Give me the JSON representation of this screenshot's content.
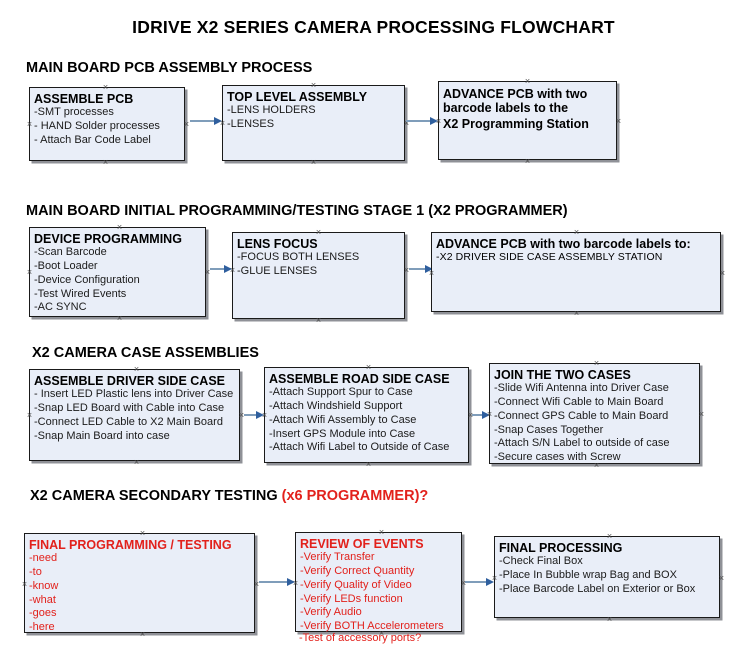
{
  "document": {
    "title": "IDRIVE X2  SERIES CAMERA PROCESSING FLOWCHART"
  },
  "sections": [
    {
      "id": "main-board-pcb-assembly",
      "heading": "MAIN BOARD PCB ASSEMBLY PROCESS",
      "heading_accent": "",
      "boxes": [
        {
          "id": "assemble-pcb",
          "title": "ASSEMBLE PCB",
          "lines": [
            "-SMT processes",
            "- HAND Solder processes",
            "- Attach Bar Code Label"
          ]
        },
        {
          "id": "top-level-assembly",
          "title": "TOP LEVEL ASSEMBLY",
          "lines": [
            "-LENS HOLDERS",
            "-LENSES"
          ]
        },
        {
          "id": "advance-pcb-x2-programming-station",
          "title": "ADVANCE PCB with two",
          "lines": [
            "barcode labels to the",
            " X2 Programming Station"
          ]
        }
      ]
    },
    {
      "id": "main-board-initial-programming",
      "heading": "MAIN BOARD INITIAL PROGRAMMING/TESTING STAGE 1 (X2 PROGRAMMER)",
      "heading_accent": "",
      "boxes": [
        {
          "id": "device-programming",
          "title": "DEVICE PROGRAMMING",
          "lines": [
            "-Scan Barcode",
            "-Boot Loader",
            "-Device Configuration",
            "-Test Wired Events",
            "-AC SYNC"
          ]
        },
        {
          "id": "lens-focus",
          "title": "LENS FOCUS",
          "lines": [
            "-FOCUS BOTH LENSES",
            "-GLUE LENSES"
          ]
        },
        {
          "id": "advance-pcb-driver-side-case",
          "title": "ADVANCE PCB with two barcode labels to:",
          "lines": [
            "-X2 DRIVER  SIDE  CASE  ASSEMBLY STATION"
          ]
        }
      ]
    },
    {
      "id": "x2-camera-case-assemblies",
      "heading": "X2 CAMERA CASE ASSEMBLIES",
      "heading_accent": "",
      "boxes": [
        {
          "id": "assemble-driver-side-case",
          "title": "ASSEMBLE DRIVER SIDE CASE",
          "lines": [
            "- Insert LED Plastic lens into Driver Case",
            "-Snap LED Board with Cable into Case",
            "-Connect LED Cable to X2 Main Board",
            "-Snap Main Board into case"
          ]
        },
        {
          "id": "assemble-road-side-case",
          "title": "ASSEMBLE ROAD SIDE CASE",
          "lines": [
            "-Attach Support Spur to Case",
            "-Attach Windshield Support",
            "-Attach Wifi Assembly to Case",
            "-Insert GPS Module into Case",
            "-Attach Wifi Label to Outside of Case"
          ]
        },
        {
          "id": "join-the-two-cases",
          "title": "JOIN THE TWO CASES",
          "lines": [
            "-Slide Wifi Antenna into Driver Case",
            "-Connect Wifi Cable to Main Board",
            "-Connect GPS Cable to Main Board",
            "-Snap Cases Together",
            "-Attach S/N Label to outside of case",
            "-Secure cases with Screw"
          ]
        }
      ]
    },
    {
      "id": "x2-camera-secondary-testing",
      "heading": "X2 CAMERA SECONDARY TESTING ",
      "heading_accent": "(x6 PROGRAMMER)?",
      "boxes": [
        {
          "id": "final-programming-testing",
          "title": "FINAL PROGRAMMING / TESTING",
          "lines": [
            "-need",
            "-to",
            "-know",
            "-what",
            "-goes",
            "-here"
          ]
        },
        {
          "id": "review-of-events",
          "title": "REVIEW OF EVENTS",
          "lines": [
            "-Verify Transfer",
            "-Verify Correct Quantity",
            "-Verify Quality of Video",
            "-Verify LEDs function",
            "-Verify Audio",
            "-Verify BOTH Accelerometers"
          ],
          "overflow_line": "-Test of accessory ports?"
        },
        {
          "id": "final-processing",
          "title": "FINAL PROCESSING",
          "lines": [
            " -Check Final Box",
            "-Place In Bubble wrap Bag and BOX",
            "-Place Barcode Label on Exterior or Box"
          ]
        }
      ]
    }
  ],
  "colors": {
    "box_fill": "#e9eef8",
    "box_border": "#1a1a1a",
    "box_shadow": "#8f9197",
    "arrow_shaft": "#7f9dba",
    "arrow_head": "#2f5f9e",
    "accent_red": "#e2211c",
    "text": "#000000"
  }
}
